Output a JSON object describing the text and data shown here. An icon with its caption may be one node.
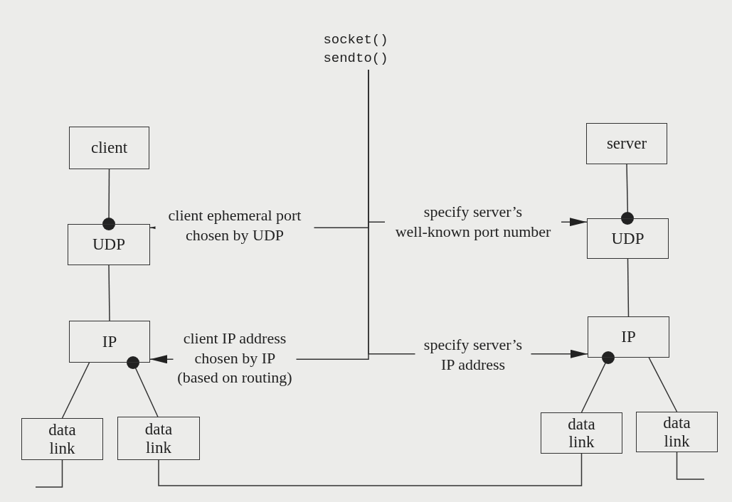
{
  "diagram": {
    "nodes": [
      {
        "text": [
          "client"
        ]
      },
      {
        "text": [
          "UDP"
        ]
      },
      {
        "text": [
          "IP"
        ]
      },
      {
        "text": [
          "data link"
        ]
      },
      {
        "text": [
          "data link"
        ]
      },
      {
        "text": [
          "server"
        ]
      },
      {
        "text": [
          "UDP"
        ]
      },
      {
        "text": [
          "IP"
        ]
      },
      {
        "text": [
          "data link"
        ]
      },
      {
        "text": [
          "data link"
        ]
      },
      {
        "text": [
          "socket()",
          "sendto()"
        ]
      }
    ],
    "edges": [
      {
        "from": 0,
        "to": 1,
        "arrow": "none"
      },
      {
        "from": 1,
        "to": 2,
        "arrow": "none"
      },
      {
        "from": 2,
        "to": 3,
        "arrow": "none"
      },
      {
        "from": 2,
        "to": 4,
        "arrow": "none"
      },
      {
        "from": 5,
        "to": 6,
        "arrow": "none"
      },
      {
        "from": 6,
        "to": 7,
        "arrow": "none"
      },
      {
        "from": 7,
        "to": 8,
        "arrow": "none"
      },
      {
        "from": 7,
        "to": 9,
        "arrow": "none"
      },
      {
        "from": 10,
        "to": 1,
        "arrow": "to",
        "label": "client ephemeral port chosen by UDP"
      },
      {
        "from": 10,
        "to": 6,
        "arrow": "to",
        "label": "specify server’s well-known port number"
      },
      {
        "from": 10,
        "to": 2,
        "arrow": "to",
        "label": "client IP address chosen by IP (based on routing)"
      },
      {
        "from": 10,
        "to": 7,
        "arrow": "to",
        "label": "specify server’s IP address"
      },
      {
        "from": 3,
        "to": null,
        "arrow": "none"
      },
      {
        "from": 4,
        "to": 8,
        "arrow": "none"
      },
      {
        "from": 9,
        "to": null,
        "arrow": "none"
      }
    ]
  }
}
